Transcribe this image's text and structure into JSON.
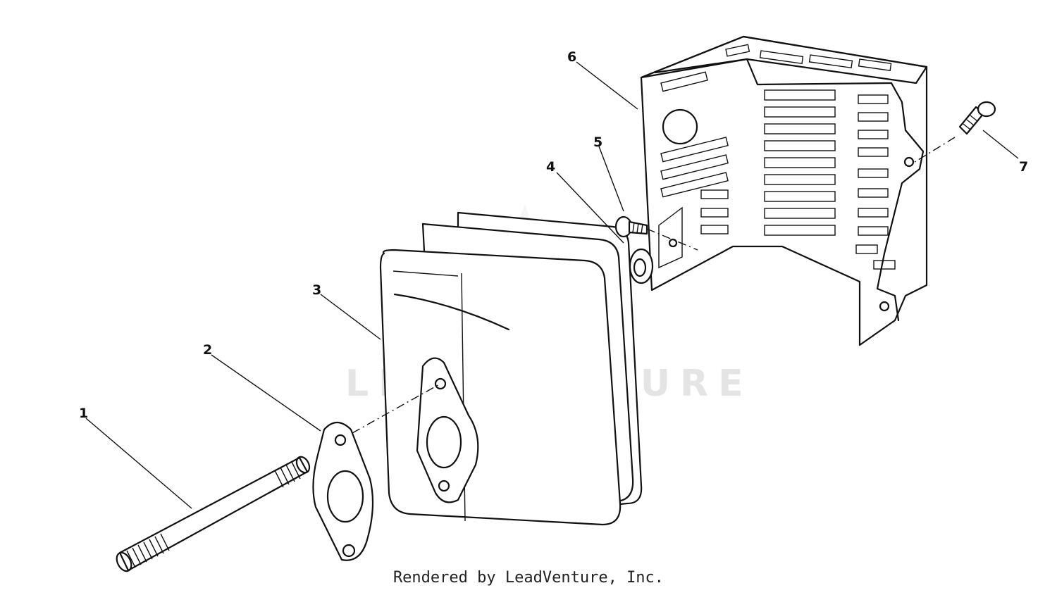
{
  "diagram": {
    "callouts": [
      "1",
      "2",
      "3",
      "4",
      "5",
      "6",
      "7"
    ],
    "watermark": "LEADVENTURE",
    "credit": "Rendered by LeadVenture, Inc."
  }
}
